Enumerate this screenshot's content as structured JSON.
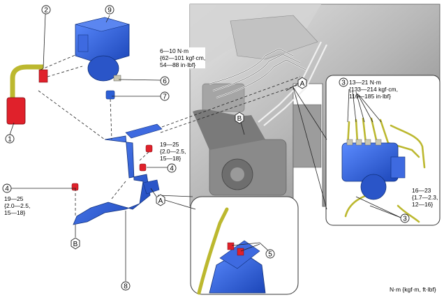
{
  "callouts": {
    "c1": "1",
    "c2": "2",
    "c3a": "3",
    "c3b": "3",
    "c4a": "4",
    "c4b": "4",
    "c5": "5",
    "c6": "6",
    "c7": "7",
    "c8": "8",
    "c9": "9",
    "A1": "A",
    "A2": "A",
    "B1": "B",
    "B2": "B"
  },
  "torque_specs": {
    "hu_nut": [
      "6—10 N·m",
      "{62—101 kgf·cm,",
      "54—88 in·lbf}"
    ],
    "bracket_bolt_upper": [
      "19—25",
      "{2.0—2.5,",
      "15—18}"
    ],
    "bracket_bolt_left": [
      "19—25",
      "{2.0—2.5,",
      "15—18}"
    ],
    "brake_pipe_flare": [
      "13—21 N·m",
      "{133—214 kgf·cm,",
      "116—185 in·lbf}"
    ],
    "pipe_mount": [
      "16—23",
      "{1.7—2.3,",
      "12—16}"
    ]
  },
  "unit_legend": "N·m {kgf·m, ft·lbf}",
  "colors": {
    "hu_blue": "#2c5fd6",
    "fastener_red": "#e0212b",
    "pipe_yellow": "#c9c23a",
    "engine_gray": "#9a9a9a"
  }
}
